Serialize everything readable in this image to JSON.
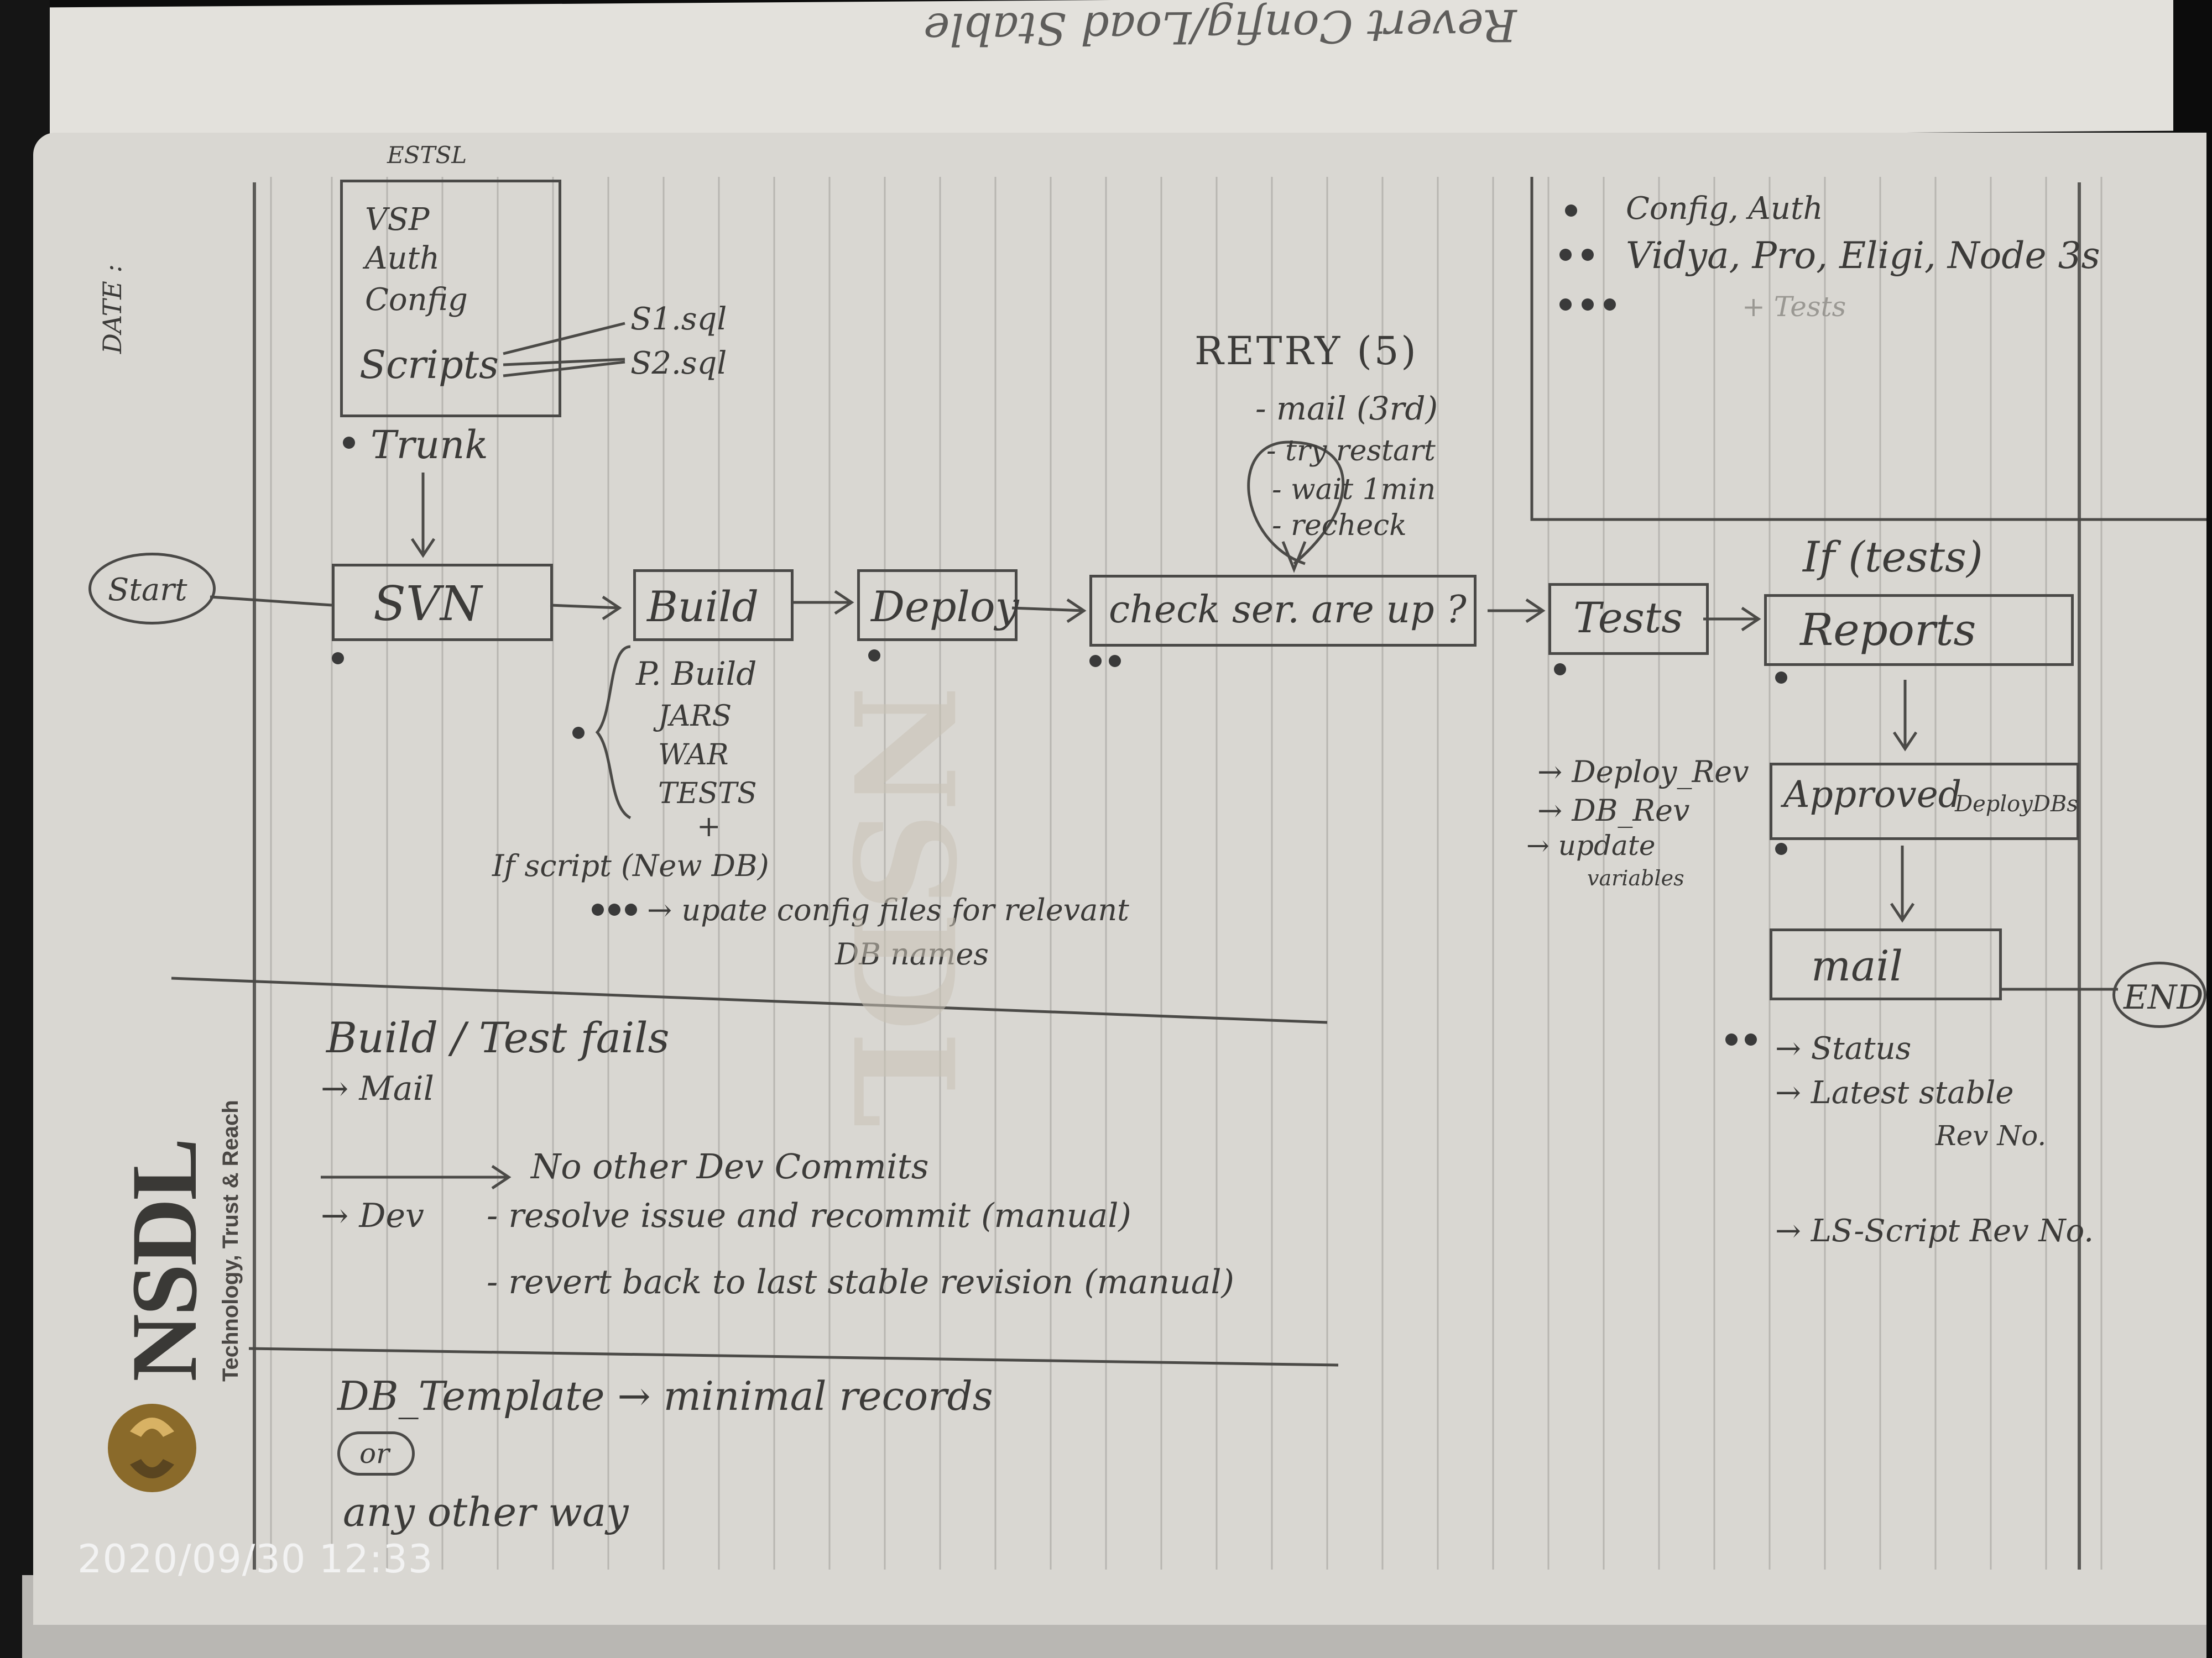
{
  "photo_timestamp": "2020/09/30 12:33",
  "notebook": {
    "brand_name": "NSDL",
    "brand_tagline": "Technology, Trust & Reach",
    "date_label": "DATE :"
  },
  "top_page_text": "Revert Config/Load Stable",
  "repo_box": {
    "header": "ESTSL",
    "items": [
      "VSP",
      "Auth",
      "Config",
      "Scripts"
    ],
    "scripts": [
      "S1.sql",
      "S2.sql"
    ],
    "trunk": "Trunk"
  },
  "flow": {
    "start": "Start",
    "svn": "SVN",
    "build": "Build",
    "deploy": "Deploy",
    "check": "check ser. are up ?",
    "tests": "Tests",
    "reports": "Reports",
    "approved": "Approved",
    "approved_sub": "DeployDBs",
    "mail": "mail",
    "end": "END"
  },
  "retry": {
    "title": "RETRY (5)",
    "steps": [
      "- mail (3rd)",
      "- try restart",
      "- wait 1min",
      "- recheck"
    ]
  },
  "build_notes": [
    "P. Build",
    "JARS",
    "WAR",
    "TESTS"
  ],
  "script_note": {
    "condition": "If script (New DB)",
    "action": "→ upate config files for relevant",
    "action_cont": "DB names"
  },
  "legend": {
    "line1": "Config, Auth",
    "line2": "Vidya, Pro, Eligi, Node 3s",
    "line3": "+ Tests"
  },
  "if_tests": "If (tests)",
  "deploy_notes": [
    "→ Deploy_Rev",
    "→ DB_Rev",
    "→ update",
    "variables"
  ],
  "mail_notes": [
    "→ Status",
    "→ Latest stable",
    "Rev No.",
    "→ LS-Script Rev No."
  ],
  "fail_section": {
    "title": "Build / Test fails",
    "mail": "→ Mail",
    "no_commits": "No other Dev Commits",
    "dev": "→ Dev",
    "option1": "- resolve issue and recommit (manual)",
    "option2": "- revert back to last stable revision (manual)"
  },
  "db_template": {
    "line": "DB_Template → minimal records",
    "or": "or",
    "other": "any other way"
  }
}
